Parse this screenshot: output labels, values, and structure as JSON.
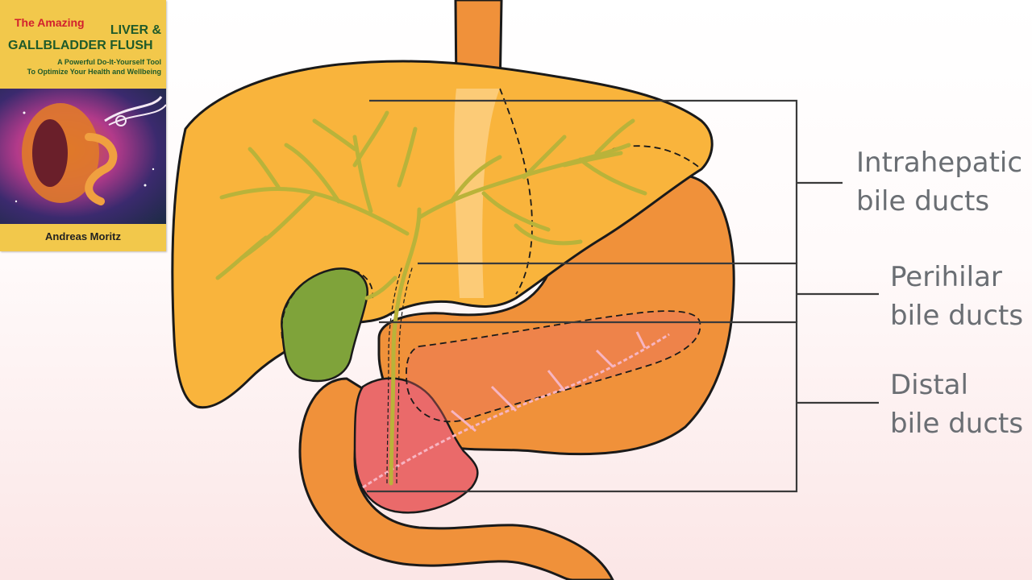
{
  "book": {
    "prefix": "The Amazing",
    "title_line1": "LIVER &",
    "title_line2": "GALLBLADDER FLUSH",
    "subtitle_line1": "A Powerful Do-It-Yourself Tool",
    "subtitle_line2": "To Optimize Your Health and Wellbeing",
    "author": "Andreas Moritz"
  },
  "labels": {
    "intrahepatic": {
      "line1": "Intrahepatic",
      "line2": "bile ducts"
    },
    "perihilar": {
      "line1": "Perihilar",
      "line2": "bile ducts"
    },
    "distal": {
      "line1": "Distal",
      "line2": "bile ducts"
    }
  },
  "colors": {
    "liver": "#f9b43c",
    "stomach": "#f0913a",
    "gallbladder": "#7fa33a",
    "pancreas": "#ea6a6a",
    "bile_ducts": "#b9b33a",
    "outline": "#1a1a1a",
    "leader_lines": "#3a3a3a",
    "label_text": "#6a6e73"
  }
}
